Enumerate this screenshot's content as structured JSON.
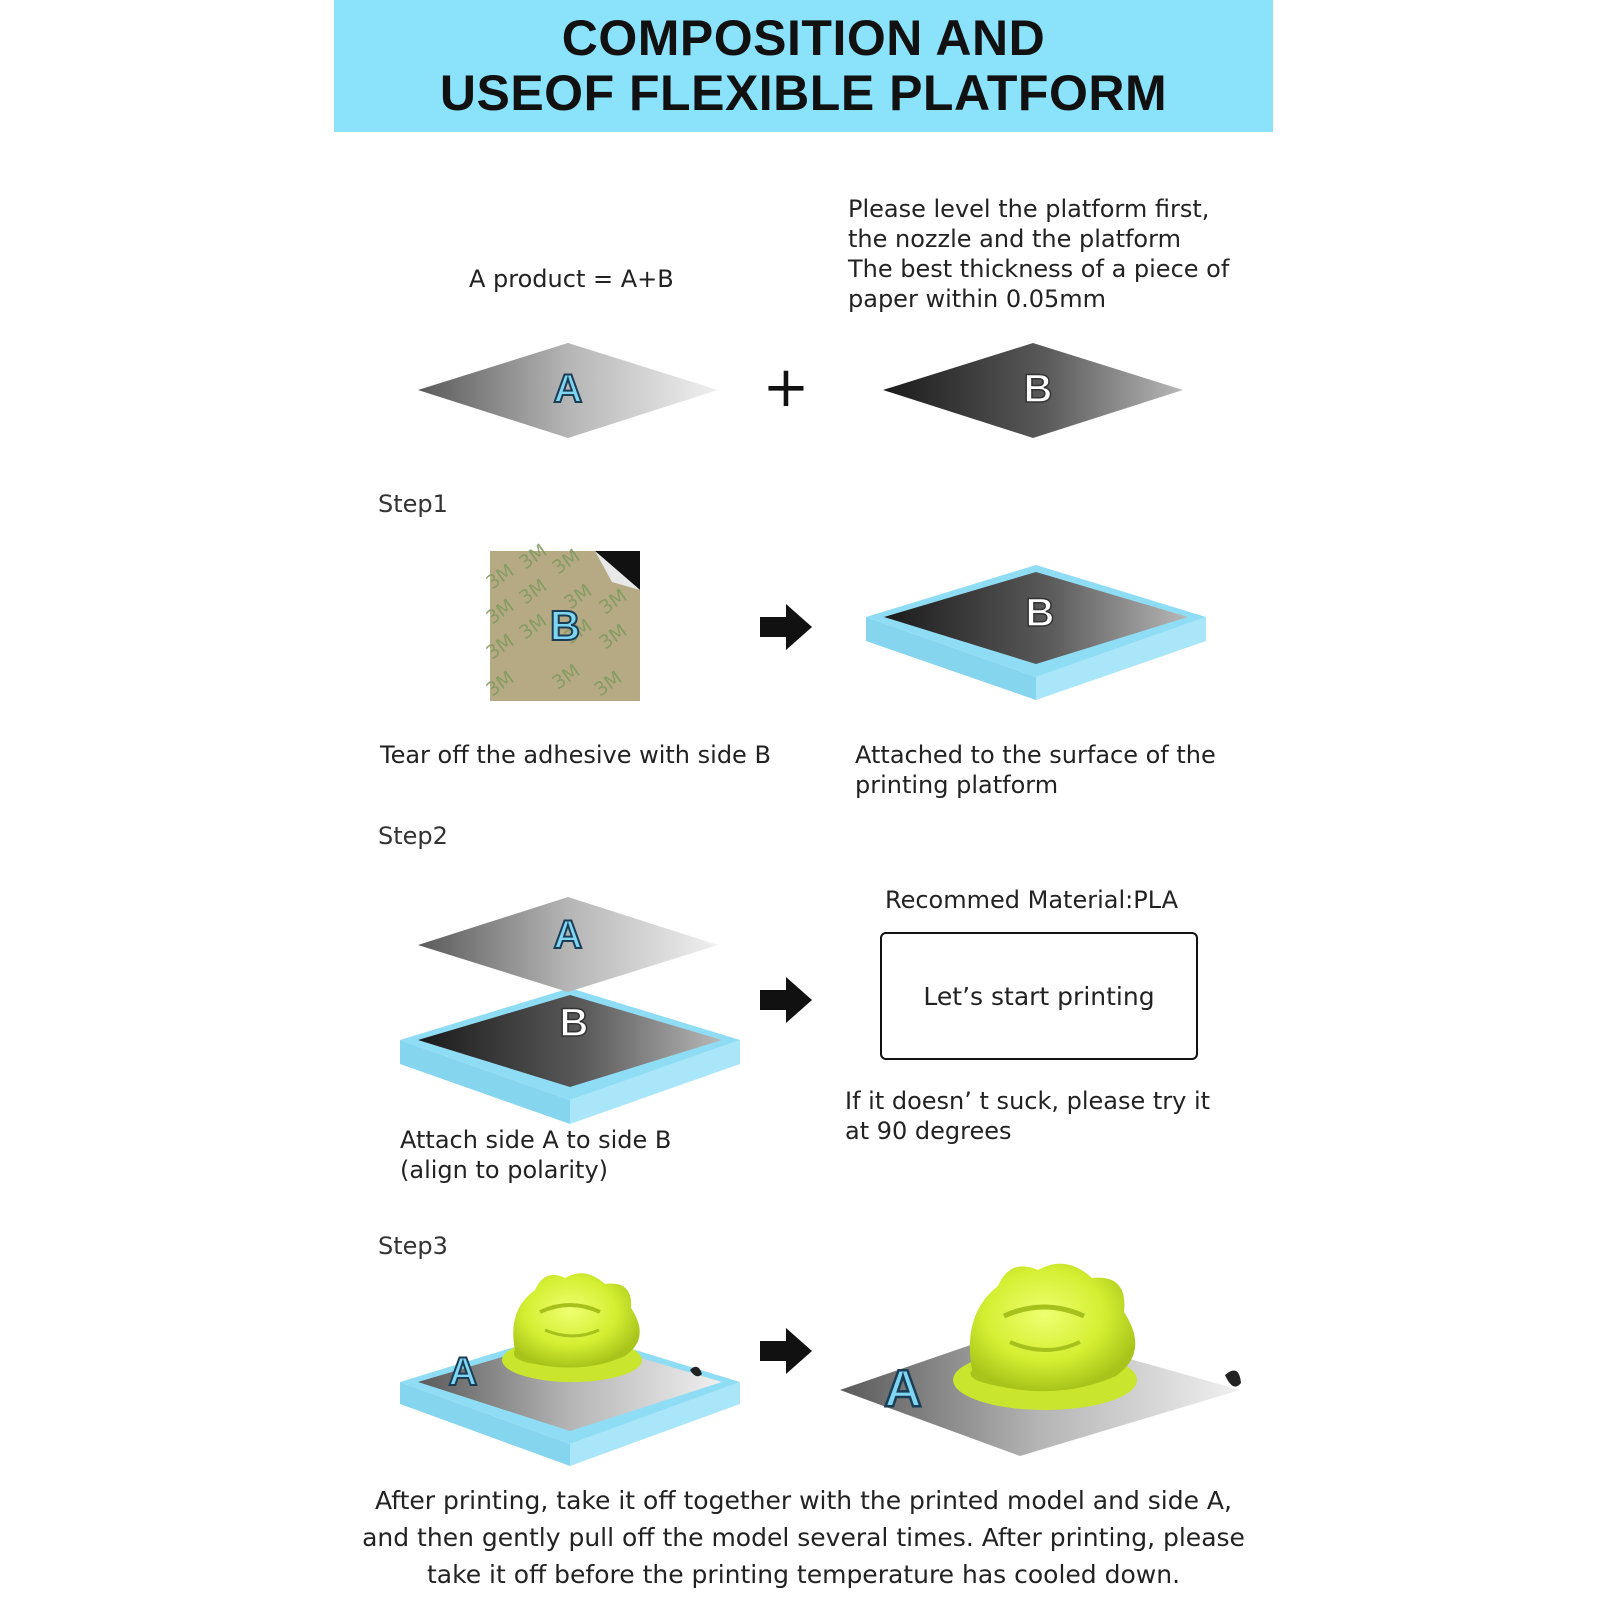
{
  "header": {
    "title_line1": "COMPOSITION AND",
    "title_line2": "USEOF FLEXIBLE PLATFORM"
  },
  "intro": {
    "product_formula": "A product = A+B",
    "level_note": [
      "Please level the platform first,",
      "the nozzle and the platform",
      "The best thickness of a piece of",
      "paper within 0.05mm"
    ],
    "label_a": "A",
    "label_b": "B",
    "plus_sign": "+"
  },
  "step1": {
    "title": "Step1",
    "sticker_label": "B",
    "sticker_watermark": "3M",
    "platform_label": "B",
    "left_caption": "Tear off the adhesive with side B",
    "right_caption": [
      "Attached to the surface of the",
      "printing platform"
    ]
  },
  "step2": {
    "title": "Step2",
    "top_label": "A",
    "bottom_label": "B",
    "left_caption": [
      "Attach side A to side B",
      "(align to polarity)"
    ],
    "material_label": "Recommed Material:PLA",
    "box_text": "Let’s start printing",
    "right_caption": [
      "If it doesn’ t suck, please try it",
      "at 90 degrees"
    ]
  },
  "step3": {
    "title": "Step3",
    "left_label": "A",
    "right_label": "A",
    "caption": [
      "After printing, take it off together with the printed model and side A,",
      "and then gently pull off the model several times. After printing, please",
      "take it off before the printing temperature has cooled down."
    ]
  },
  "colors": {
    "header_bg": "#8be2fb",
    "platform_blue": "#8fdcf5",
    "letter_fill": "#7fd6f3",
    "model_yellow": "#d8f23a"
  }
}
